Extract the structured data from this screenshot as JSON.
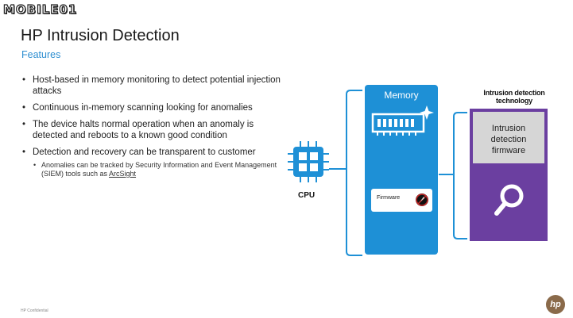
{
  "watermark": {
    "text": "MOBILE01"
  },
  "slide": {
    "title": "HP Intrusion Detection",
    "subtitle": "Features",
    "bullets": [
      "Host-based  in memory monitoring to detect potential injection attacks",
      "Continuous in-memory scanning looking  for anomalies",
      "The device halts normal operation when an anomaly is detected and reboots to a known good condition",
      "Detection and recovery can be transparent to customer"
    ],
    "sub_bullet_prefix": "Anomalies can be tracked by Security Information and Event Management (SIEM) tools such as ",
    "sub_bullet_link": "ArcSight",
    "footer": "HP Confidential"
  },
  "diagram": {
    "cpu_label": "CPU",
    "memory_label": "Memory",
    "firmware_label": "Firmware",
    "intrusion_title": "Intrusion detection technology",
    "intrusion_firmware_lines": [
      "Intrusion",
      "detection",
      "firmware"
    ]
  },
  "logo": {
    "text": "hp"
  },
  "colors": {
    "accent_blue": "#1e90d6",
    "subtitle_blue": "#2f8fd1",
    "purple": "#6b3fa0",
    "gray_box": "#d6d6d6",
    "line_blue": "#1e90d6"
  }
}
